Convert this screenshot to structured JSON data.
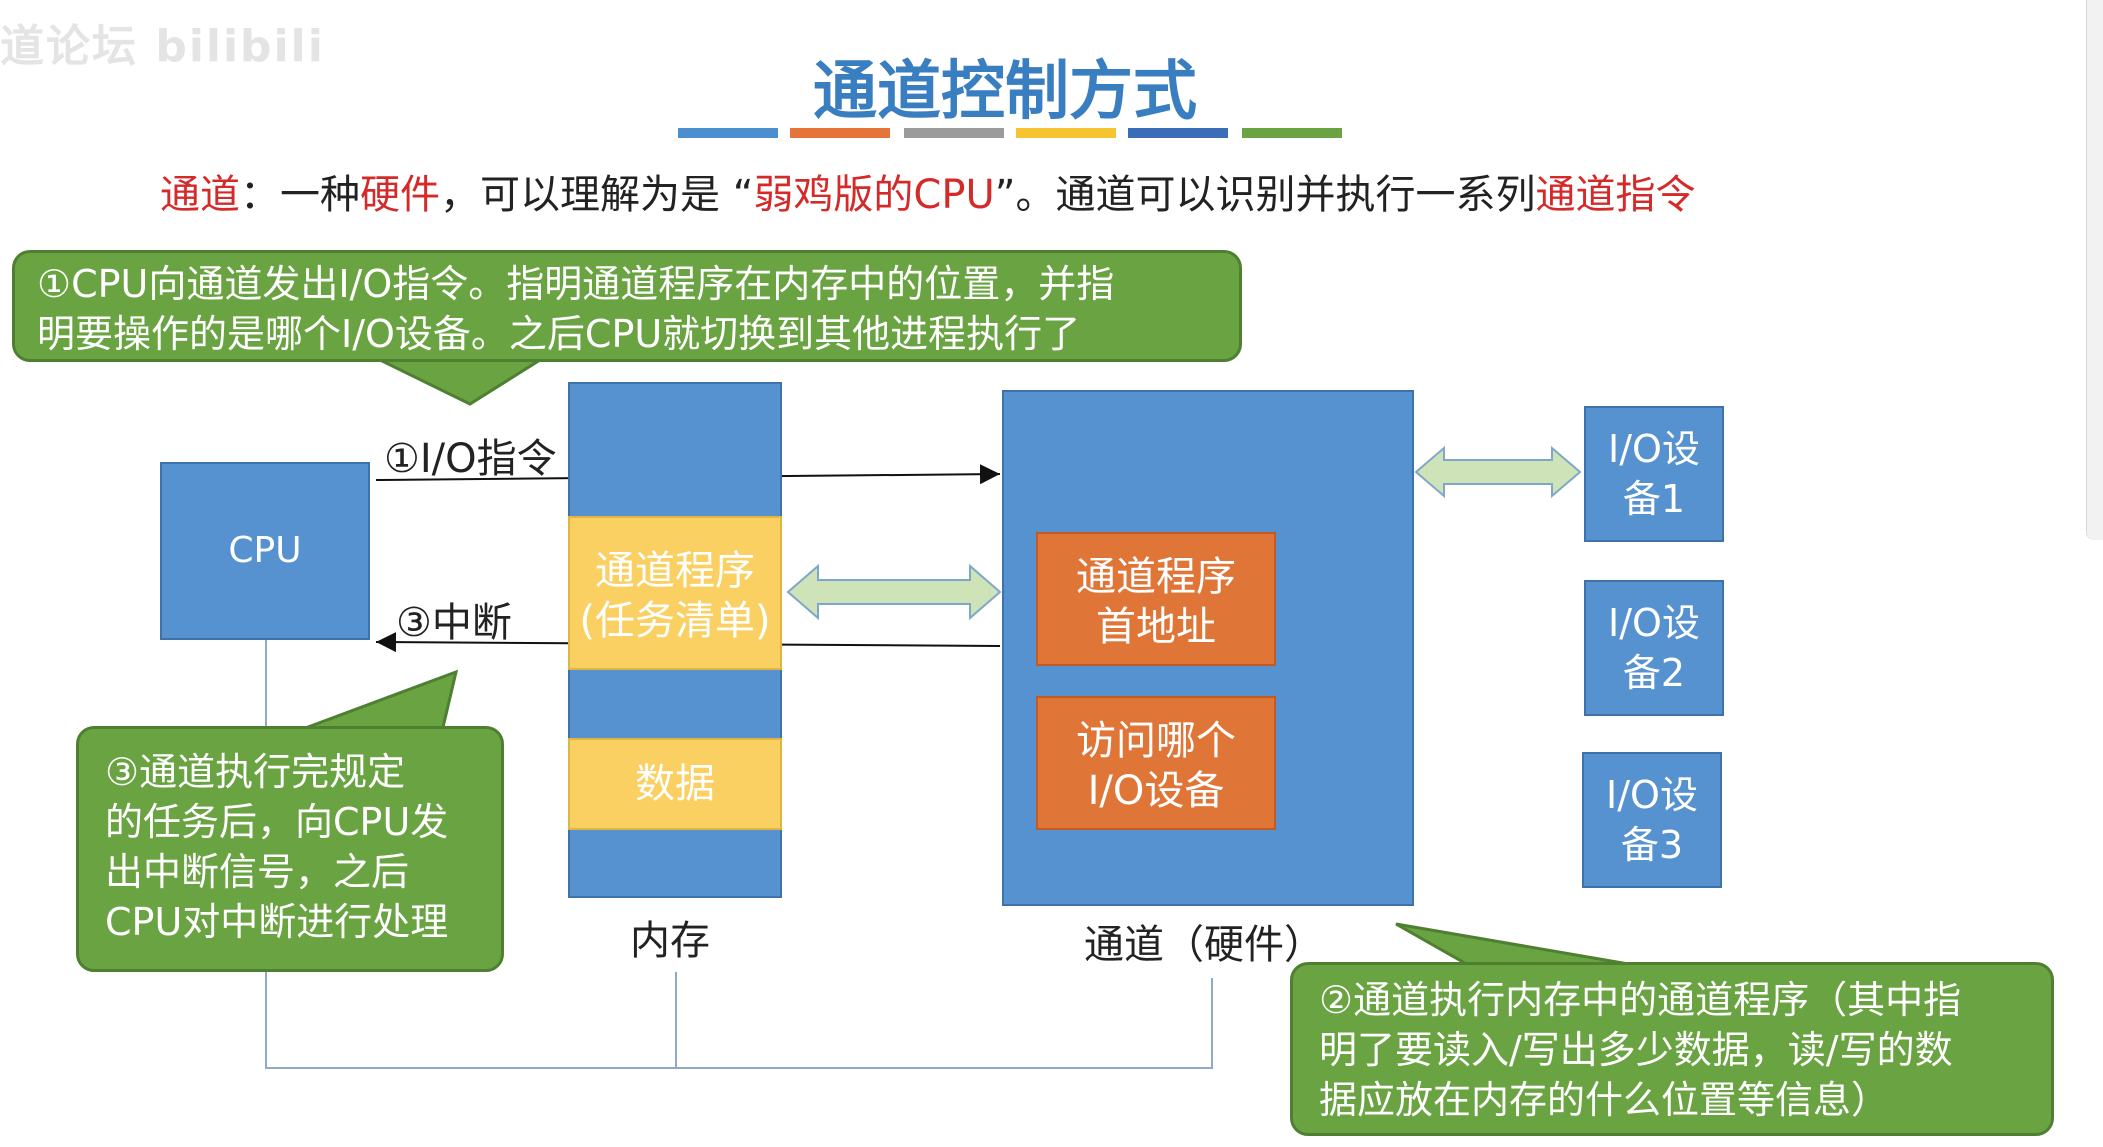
{
  "watermark": "道论坛 bilibili",
  "title": "通道控制方式",
  "title_stripes": [
    "#4b8fd0",
    "#e67438",
    "#9b9b9b",
    "#f7c431",
    "#3b6cb8",
    "#6aa342"
  ],
  "intro": {
    "p1": "通道",
    "p2": "：一种",
    "p3": "硬件",
    "p4": "，可以理解为是 “",
    "p5": "弱鸡版的CPU",
    "p6": "”。通道可以识别并执行一系列",
    "p7": "通道指令"
  },
  "callouts": {
    "step1": [
      "①CPU向通道发出I/O指令。指明通道程序在内存中的位置，并指",
      "明要操作的是哪个I/O设备。之后CPU就切换到其他进程执行了"
    ],
    "step3": [
      "③通道执行完规定",
      "的任务后，向CPU发",
      "出中断信号，之后",
      "CPU对中断进行处理"
    ],
    "step2": [
      "②通道执行内存中的通道程序（其中指",
      "明了要读入/写出多少数据，读/写的数",
      "据应放在内存的什么位置等信息）"
    ]
  },
  "diagram": {
    "cpu": "CPU",
    "memory_label": "内存",
    "memory_program": [
      "通道程序",
      "(任务清单)"
    ],
    "memory_data": "数据",
    "channel_label": "通道（硬件）",
    "channel_program_addr": [
      "通道程序",
      "首地址"
    ],
    "channel_which_device": [
      "访问哪个",
      "I/O设备"
    ],
    "io_devices": [
      [
        "I/O设",
        "备1"
      ],
      [
        "I/O设",
        "备2"
      ],
      [
        "I/O设",
        "备3"
      ]
    ],
    "arrow_io_instruction": "①I/O指令",
    "arrow_interrupt": "③中断"
  },
  "colors": {
    "block_blue": "#5692cf",
    "memory_yellow": "#fbd063",
    "channel_orange": "#e07538",
    "callout_green": "#6aa342",
    "title_blue": "#3a7ec2",
    "highlight_red": "#d42a2a"
  }
}
